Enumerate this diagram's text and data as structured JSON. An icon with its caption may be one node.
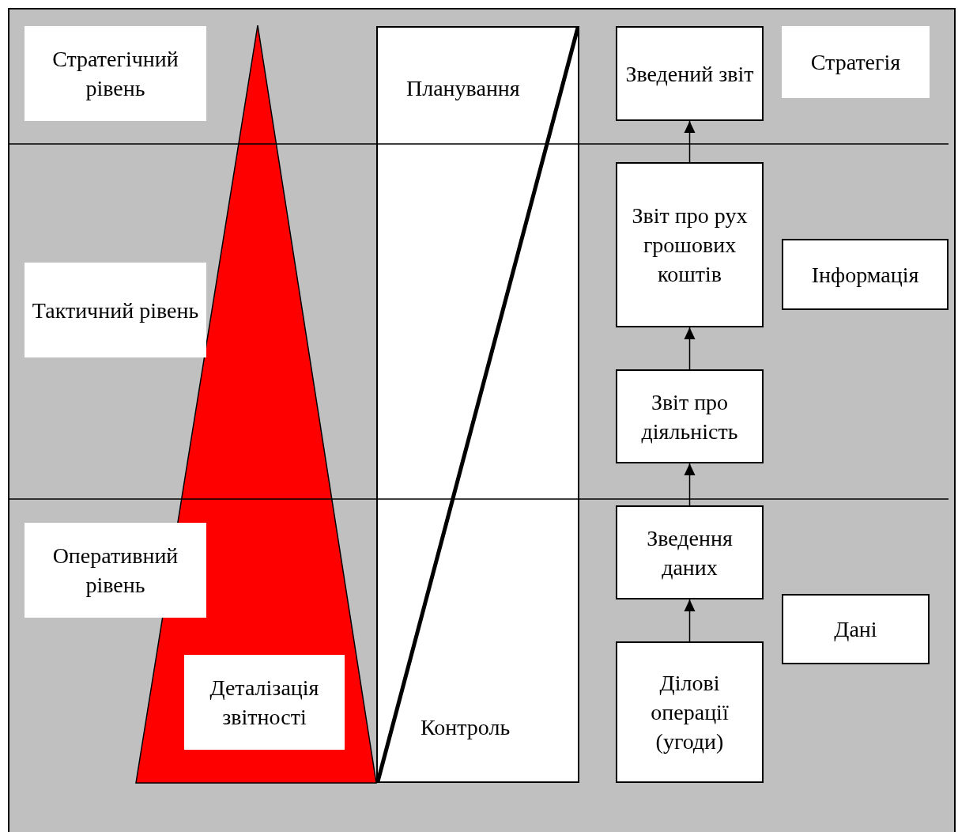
{
  "diagram": {
    "nodes": [
      {
        "text": [
          "Стратегічний рівень"
        ]
      },
      {
        "text": [
          "Планування",
          "Контроль"
        ]
      },
      {
        "text": [
          "Зведений звіт"
        ]
      },
      {
        "text": [
          "Стратегія"
        ]
      },
      {
        "text": [
          "Звіт про рух грошових коштів"
        ]
      },
      {
        "text": [
          "Інформація"
        ]
      },
      {
        "text": [
          "Тактичний рівень"
        ]
      },
      {
        "text": [
          "Звіт про діяльність"
        ]
      },
      {
        "text": [
          "Зведення даних"
        ]
      },
      {
        "text": [
          "Оперативний рівень"
        ]
      },
      {
        "text": [
          "Дані"
        ]
      },
      {
        "text": [
          "Деталізація звітності"
        ]
      },
      {
        "text": [
          "Ділові операції (угоди)"
        ]
      }
    ],
    "edges": [
      {
        "from": 12,
        "to": 8,
        "arrow": "to"
      },
      {
        "from": 8,
        "to": 7,
        "arrow": "to"
      },
      {
        "from": 7,
        "to": 4,
        "arrow": "to"
      },
      {
        "from": 4,
        "to": 2,
        "arrow": "to"
      }
    ]
  }
}
